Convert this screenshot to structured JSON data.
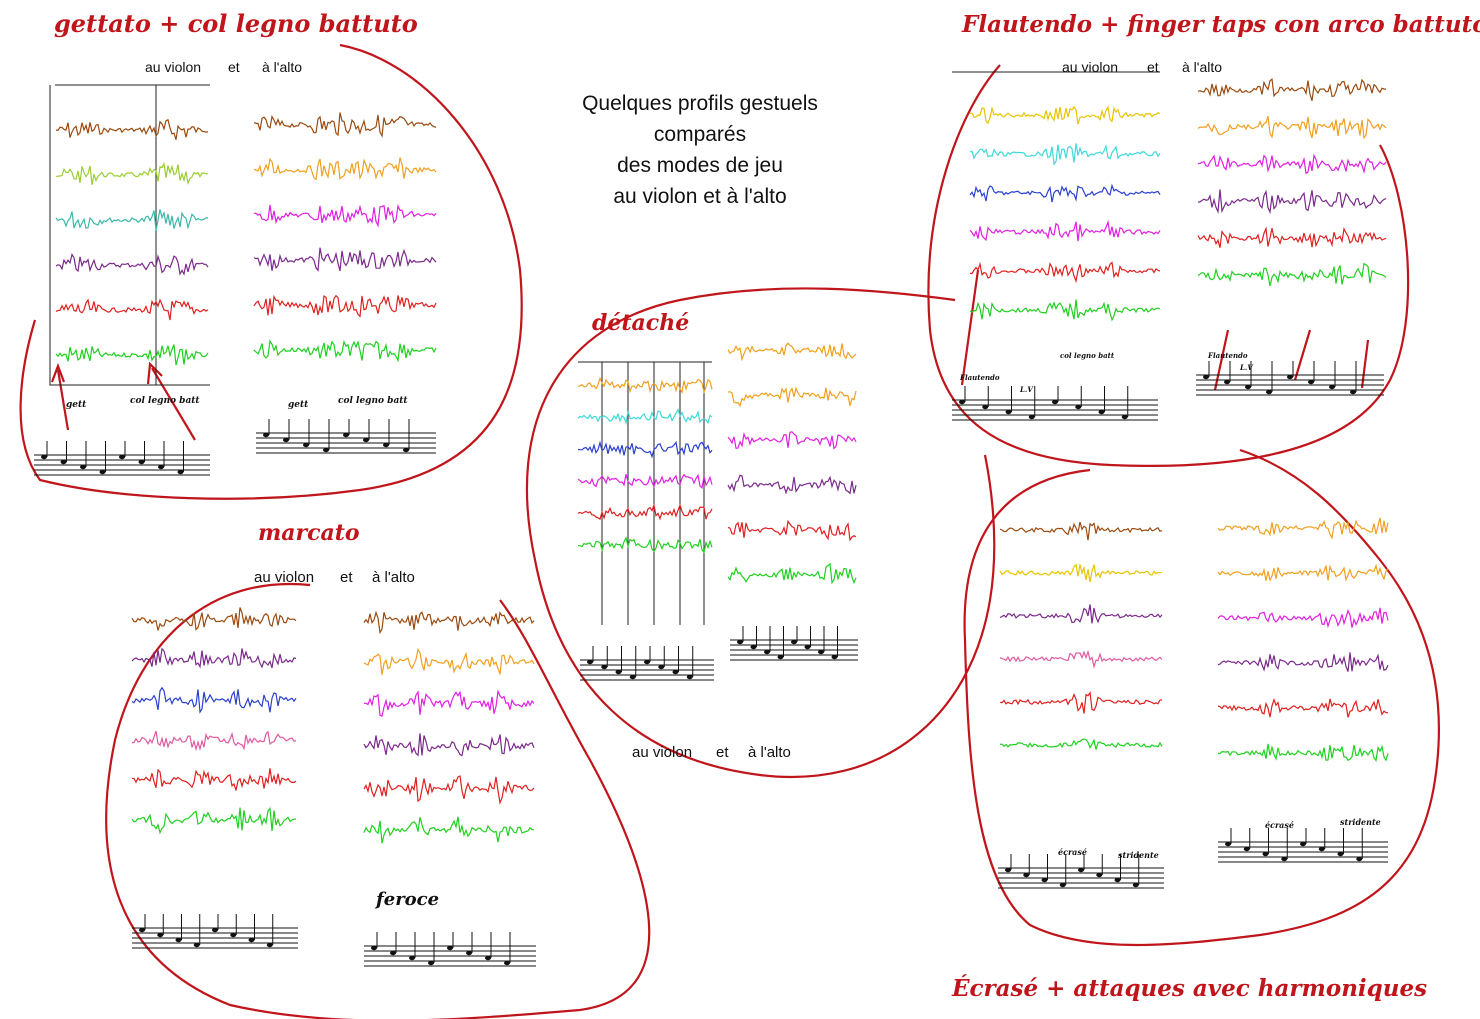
{
  "title_lines": [
    "Quelques profils gestuels",
    "comparés",
    "des modes de jeu",
    "au violon et à l'alto"
  ],
  "panels": [
    {
      "name": "gettato-col-legno",
      "heading": "gettato + col legno battuto",
      "caption": [
        "au violon",
        "et",
        "à l'alto"
      ],
      "score_words": [
        "gett",
        "col legno batt"
      ]
    },
    {
      "name": "flautendo-finger-taps",
      "heading": "Flautendo + finger taps con arco battuto",
      "caption": [
        "au violon",
        "et",
        "à l'alto"
      ],
      "score_words": [
        "Flautendo",
        "L.V",
        "col legno batt",
        "Flautendo",
        "L.V"
      ]
    },
    {
      "name": "detache",
      "heading": "détaché",
      "caption": [
        "au violon",
        "et",
        "à l'alto"
      ]
    },
    {
      "name": "marcato",
      "heading": "marcato",
      "caption": [
        "au violon",
        "et",
        "à l'alto"
      ],
      "score_words": [
        "feroce"
      ]
    },
    {
      "name": "ecrase-harmoniques",
      "heading": "Écrasé + attaques avec harmoniques",
      "score_words": [
        "écrasé",
        "stridente",
        "écrasé",
        "stridente"
      ]
    }
  ],
  "colors": {
    "ink_red": "#c0151b",
    "trace_brown": "#9a4a10",
    "trace_orange": "#f0a020",
    "trace_yellow": "#e8c400",
    "trace_lime": "#9acd32",
    "trace_teal": "#3cb8a8",
    "trace_cyan": "#40d8d8",
    "trace_blue": "#2a40d0",
    "trace_purple": "#7a2a8a",
    "trace_magenta": "#e020e0",
    "trace_pink": "#e05aa0",
    "trace_red": "#e02020",
    "trace_green": "#20d020"
  }
}
